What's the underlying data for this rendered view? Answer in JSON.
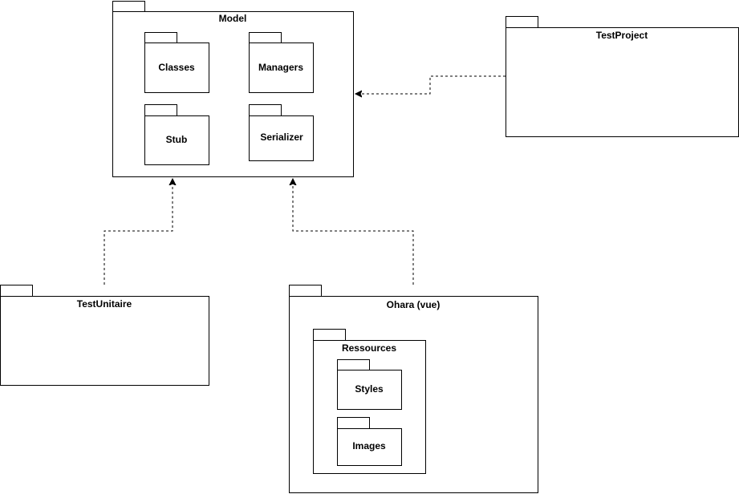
{
  "packages": {
    "model": {
      "label": "Model"
    },
    "classes": {
      "label": "Classes"
    },
    "managers": {
      "label": "Managers"
    },
    "stub": {
      "label": "Stub"
    },
    "serializer": {
      "label": "Serializer"
    },
    "test_project": {
      "label": "TestProject"
    },
    "test_unitaire": {
      "label": "TestUnitaire"
    },
    "ohara_vue": {
      "label": "Ohara (vue)"
    },
    "ressources": {
      "label": "Ressources"
    },
    "styles": {
      "label": "Styles"
    },
    "images": {
      "label": "Images"
    }
  },
  "dependencies": [
    {
      "from": "TestProject",
      "to": "Model"
    },
    {
      "from": "TestUnitaire",
      "to": "Model"
    },
    {
      "from": "Ohara (vue)",
      "to": "Model"
    }
  ],
  "colors": {
    "stroke": "#000000",
    "fill": "#ffffff"
  }
}
